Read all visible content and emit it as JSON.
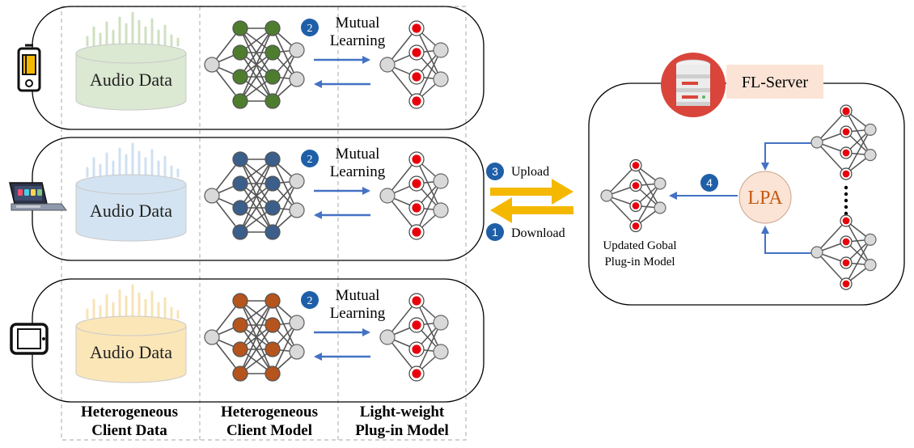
{
  "clients": [
    {
      "device_icon": "smartphone-icon",
      "data_label": "Audio Data",
      "cylinder_color": "#dbe8d2",
      "wave_color": "#cfe0c2",
      "node_color": "#4e7d2e",
      "step_num": "2",
      "step_label_line1": "Mutual",
      "step_label_line2": "Learning"
    },
    {
      "device_icon": "laptop-icon",
      "data_label": "Audio Data",
      "cylinder_color": "#d3e3f1",
      "wave_color": "#cfe0f0",
      "node_color": "#3b5f8a",
      "step_num": "2",
      "step_label_line1": "Mutual",
      "step_label_line2": "Learning"
    },
    {
      "device_icon": "tablet-icon",
      "data_label": "Audio Data",
      "cylinder_color": "#fbe6b8",
      "wave_color": "#f7e3b5",
      "node_color": "#b5541c",
      "step_num": "2",
      "step_label_line1": "Mutual",
      "step_label_line2": "Learning"
    }
  ],
  "columns": {
    "client_data": {
      "line1": "Heterogeneous",
      "line2": "Client Data"
    },
    "client_model": {
      "line1": "Heterogeneous",
      "line2": "Client Model"
    },
    "plugin_model": {
      "line1": "Light-weight",
      "line2": "Plug-in Model"
    }
  },
  "exchange": {
    "upload_num": "3",
    "upload_label": "Upload",
    "download_num": "1",
    "download_label": "Download"
  },
  "server": {
    "title": "FL-Server",
    "lpa_label": "LPA",
    "step_num": "4",
    "updated_line1": "Updated Gobal",
    "updated_line2": "Plug-in Model"
  },
  "colors": {
    "arrow_blue": "#4472c4",
    "arrow_gold": "#f5b800",
    "step_circle": "#1f5fa8",
    "plugin_node": "#e8000b",
    "lpa_fill": "#fbe4d6",
    "lpa_text": "#c55a11",
    "server_label_bg": "#fbe4d6",
    "server_icon_red": "#d9453a",
    "gray_node": "#d9d9d9"
  }
}
